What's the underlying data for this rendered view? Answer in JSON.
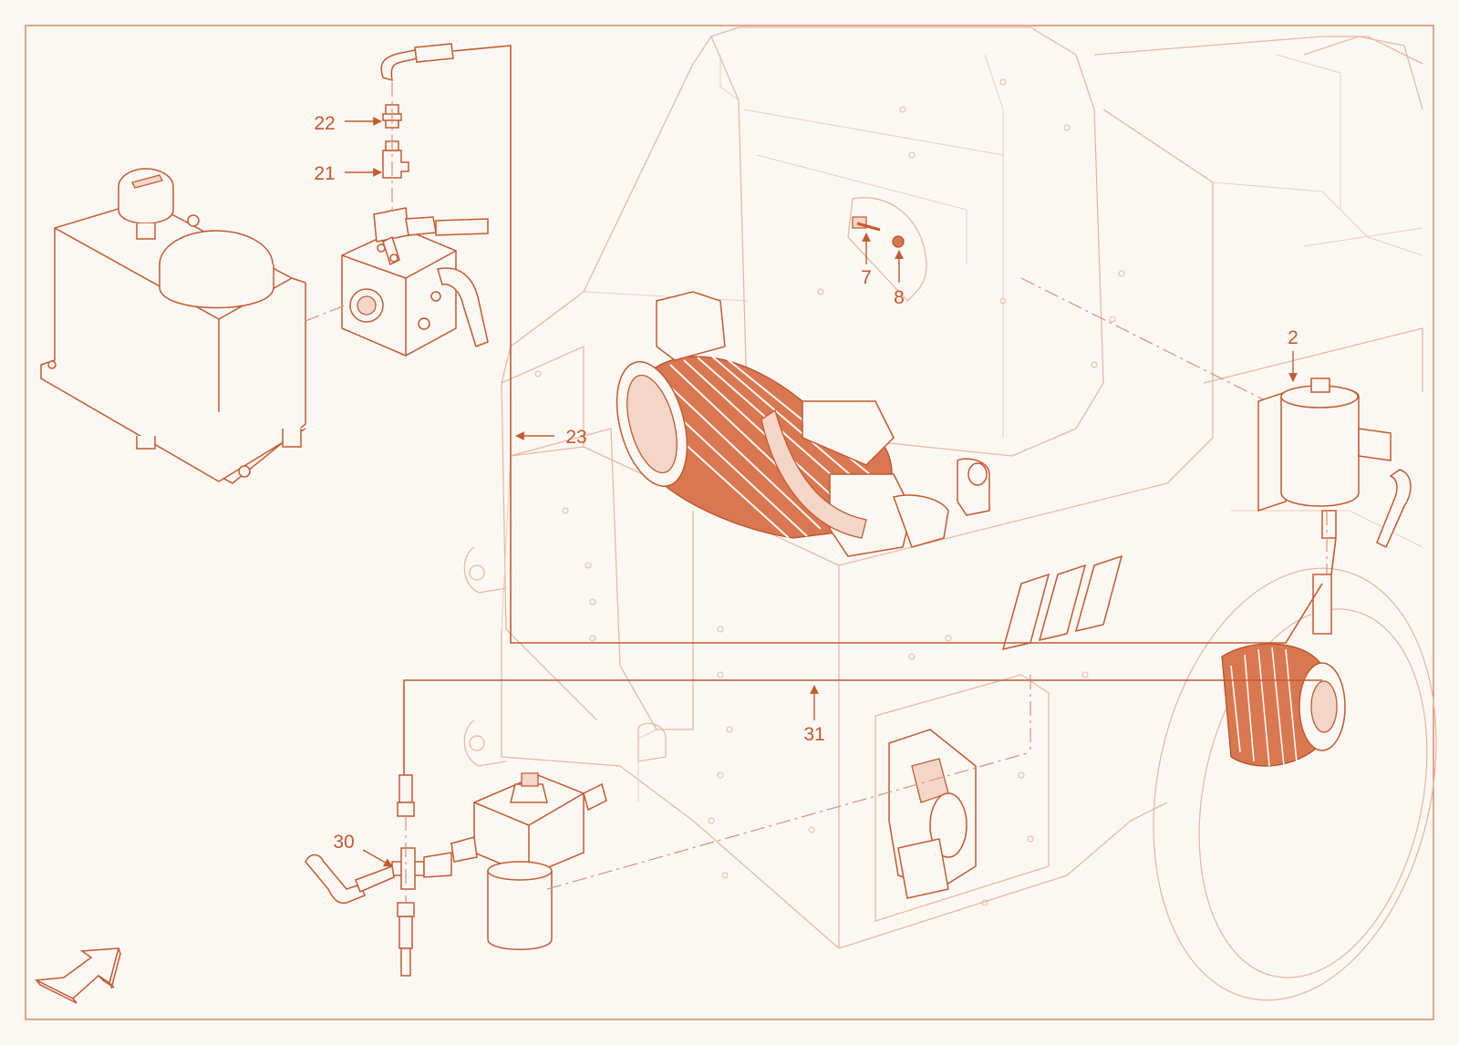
{
  "callouts": [
    {
      "id": "2",
      "label": "2"
    },
    {
      "id": "7",
      "label": "7"
    },
    {
      "id": "8",
      "label": "8"
    },
    {
      "id": "21",
      "label": "21"
    },
    {
      "id": "22",
      "label": "22"
    },
    {
      "id": "23",
      "label": "23"
    },
    {
      "id": "30",
      "label": "30"
    },
    {
      "id": "31",
      "label": "31"
    }
  ],
  "colors": {
    "accent": "#c45a2e",
    "ghost": "#e8b9a3",
    "background": "#fbf8f4",
    "motor_fill": "#d97750"
  },
  "icons": {
    "direction_arrow": "front-direction-arrow-icon"
  }
}
